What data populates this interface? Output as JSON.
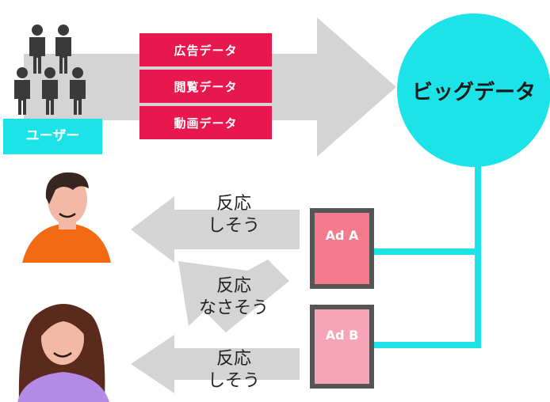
{
  "users_label": "ユーザー",
  "data_types": [
    "広告データ",
    "閲覧データ",
    "動画データ"
  ],
  "bigdata_label": "ビッグデータ",
  "ads": [
    {
      "label": "Ad A",
      "color": "#f47a8c"
    },
    {
      "label": "Ad B",
      "color": "#f7a4b6"
    }
  ],
  "reactions": [
    {
      "line1": "反応",
      "line2": "しそう"
    },
    {
      "line1": "反応",
      "line2": "なさそう"
    },
    {
      "line1": "反応",
      "line2": "しそう"
    }
  ],
  "colors": {
    "accent_cyan": "#1ce3e8",
    "data_red": "#e8184e",
    "arrow_gray": "#d4d4d4",
    "ad_frame": "#555555",
    "person_gray": "#3a3a3a",
    "man_shirt": "#f26a13",
    "woman_shirt": "#b48be6"
  }
}
